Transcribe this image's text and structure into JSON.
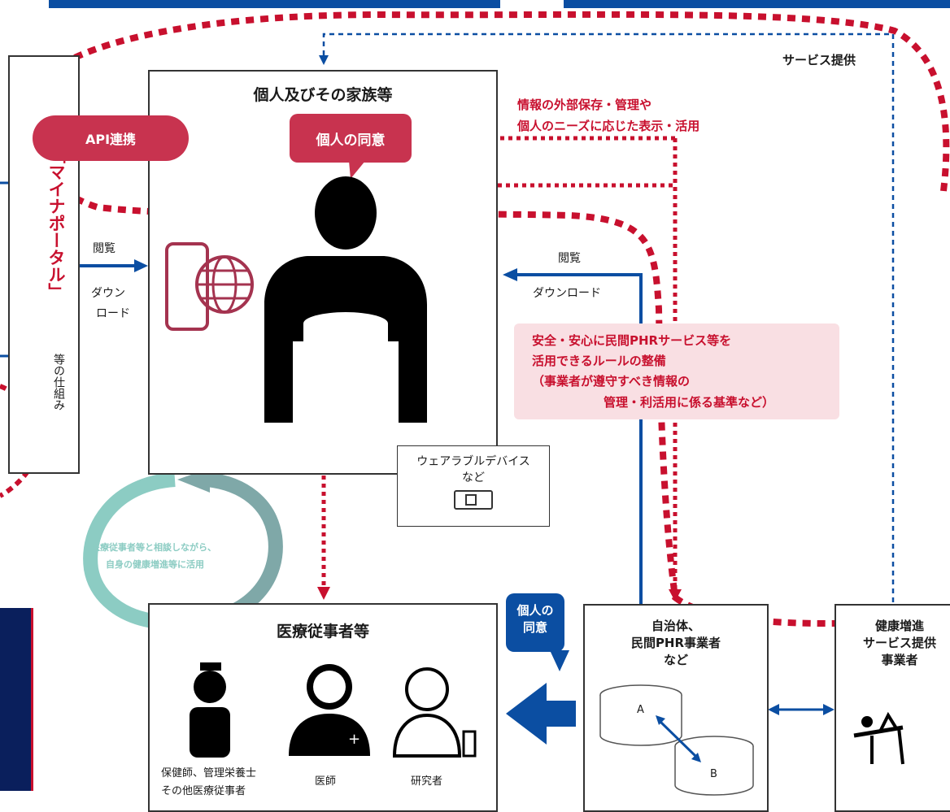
{
  "person_box": {
    "title": "個人及びその家族等"
  },
  "api_bubble": "API連携",
  "consent_bubble": "個人の同意",
  "service_label": "サービス提供",
  "external_storage": [
    "情報の外部保存・管理や",
    "個人のニーズに応じた表示・活用"
  ],
  "portal": {
    "name": "「マイナポータル」",
    "suffix": "等の仕組み"
  },
  "left_arrow": {
    "view": "閲覧",
    "download": [
      "ダウン",
      "ロード"
    ]
  },
  "right_arrow": {
    "view": "閲覧",
    "download": "ダウンロード"
  },
  "rules_box": [
    "安全・安心に民間PHRサービス等を",
    "活用できるルールの整備",
    "（事業者が遵守すべき情報の",
    "管理・利活用に係る基準など）"
  ],
  "wearable": {
    "label": "ウェアラブルデバイス",
    "sub": "など"
  },
  "cycle_text": [
    "医療従事者等と相談しながら、",
    "自身の健康増進等に活用"
  ],
  "medical": {
    "title": "医療従事者等",
    "roles": [
      "保健師、管理栄養士",
      "その他医療従事者",
      "医師",
      "研究者"
    ]
  },
  "consent_arrow": [
    "個人の",
    "同意"
  ],
  "phr": {
    "title": [
      "自治体、",
      "民間PHR事業者",
      "など"
    ],
    "db_a": "A",
    "db_b": "B"
  },
  "health": {
    "title": [
      "健康増進",
      "サービス提供",
      "事業者"
    ]
  },
  "colors": {
    "blue": "#0b4ea2",
    "red": "#c8102e",
    "pink_bg": "#f9dfe3",
    "navy": "#0a1f5c",
    "teal": "#7fc7bd"
  }
}
